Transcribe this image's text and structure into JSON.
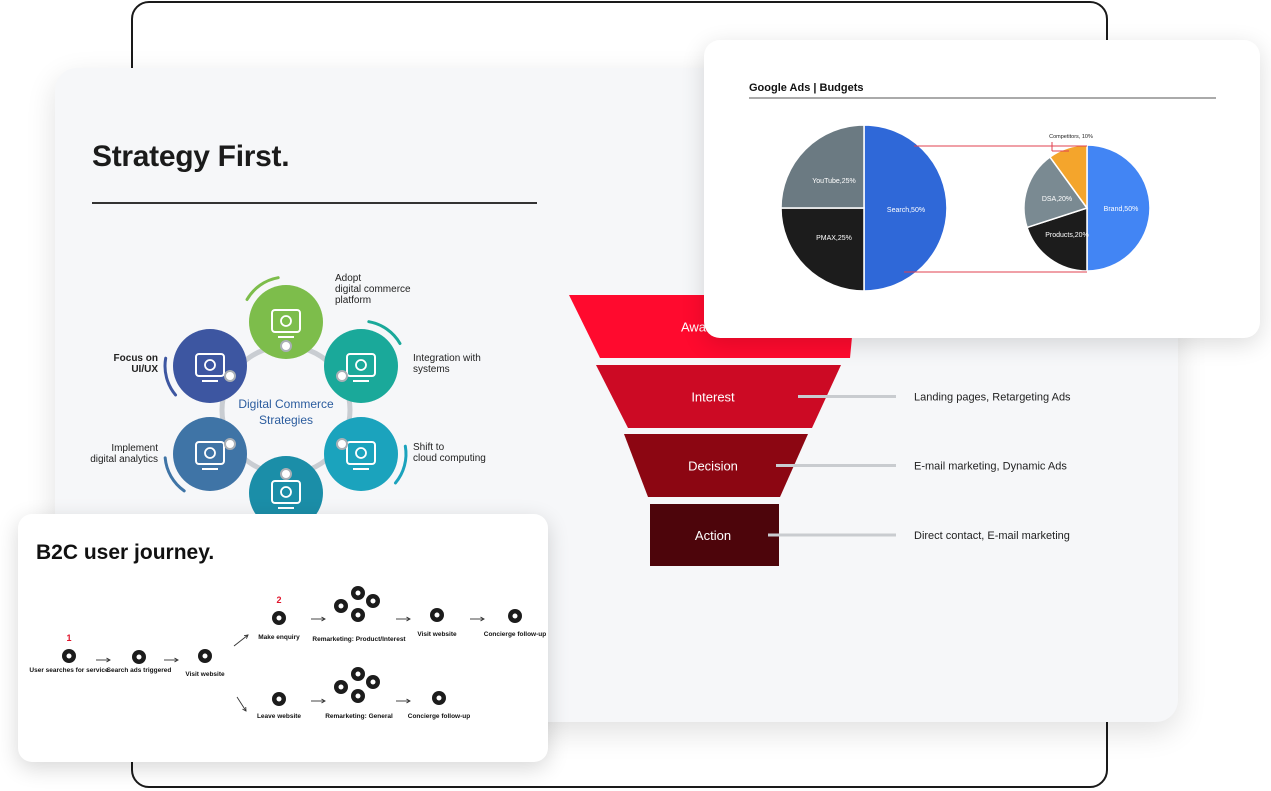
{
  "strategy": {
    "title": "Strategy First.",
    "center_label_line1": "Digital Commerce",
    "center_label_line2": "Strategies",
    "items": [
      {
        "label_lines": [
          "Adopt",
          "digital commerce",
          "platform"
        ],
        "icon": "shopping-cart-icon",
        "color": "#7dbd4b"
      },
      {
        "label_lines": [
          "Integration with",
          "systems"
        ],
        "icon": "integration-icon",
        "color": "#1aa99a"
      },
      {
        "label_lines": [
          "Shift to",
          "cloud computing"
        ],
        "icon": "cloud-icon",
        "color": "#1ba3bd"
      },
      {
        "label_lines": [],
        "icon": "dollar-cart-icon",
        "color": "#1b8ea8"
      },
      {
        "label_lines": [
          "Implement",
          "digital analytics"
        ],
        "icon": "analytics-icon",
        "color": "#3f74a6"
      },
      {
        "label_lines": [
          "Focus on",
          "UI/UX"
        ],
        "icon": "ui-flow-icon",
        "color": "#3d56a1"
      }
    ]
  },
  "funnel": {
    "stages": [
      {
        "label": "Awareness",
        "note": "",
        "color": "#ff0a2e"
      },
      {
        "label": "Interest",
        "note": "Landing pages, Retargeting Ads",
        "color": "#cc0a24"
      },
      {
        "label": "Decision",
        "note": "E-mail marketing, Dynamic Ads",
        "color": "#8c0612"
      },
      {
        "label": "Action",
        "note": "Direct contact, E-mail marketing",
        "color": "#4d050b"
      }
    ]
  },
  "ads": {
    "title": "Google Ads | Budgets",
    "main_pie": [
      {
        "label": "Search,50%",
        "value": 50,
        "color": "#2f68d8"
      },
      {
        "label": "PMAX,25%",
        "value": 25,
        "color": "#1c1c1c"
      },
      {
        "label": "YouTube,25%",
        "value": 25,
        "color": "#6b7a82"
      }
    ],
    "sub_pie": [
      {
        "label": "Brand,50%",
        "value": 50,
        "color": "#4285f4"
      },
      {
        "label": "Products,20%",
        "value": 20,
        "color": "#1c1c1c"
      },
      {
        "label": "DSA,20%",
        "value": 20,
        "color": "#7a8a92"
      },
      {
        "label": "Competitors, 10%",
        "value": 10,
        "color": "#f4a52c"
      }
    ],
    "connector_color": "#e0414f"
  },
  "b2c": {
    "title": "B2C user journey.",
    "step1": "1",
    "step2": "2",
    "nodes": {
      "user": "User searches for service",
      "search_ads": "Search ads triggered",
      "visit1": "Visit website",
      "enquiry": "Make enquiry",
      "remarketing_product": "Remarketing: Product/Interest",
      "visit2": "Visit website",
      "concierge1": "Concierge follow-up",
      "leave": "Leave website",
      "remarketing_general": "Remarketing: General",
      "concierge2": "Concierge follow-up"
    }
  }
}
